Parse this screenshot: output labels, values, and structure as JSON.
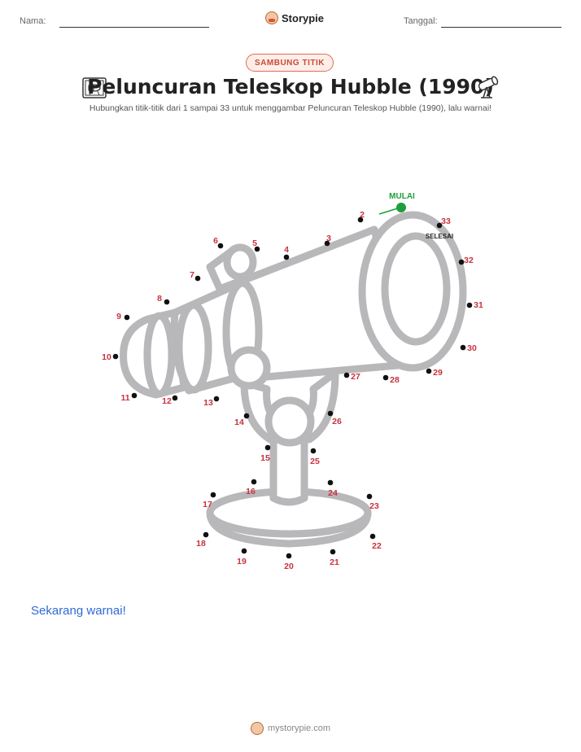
{
  "header": {
    "name_label": "Nama:",
    "date_label": "Tanggal:",
    "brand": "Storypie"
  },
  "badge": "SAMBUNG TITIK",
  "title": "Peluncuran Teleskop Hubble (1990)",
  "subtitle": "Hubungkan titik-titik dari 1 sampai 33 untuk menggambar Peluncuran Teleskop Hubble (1990), lalu warnai!",
  "icons": {
    "left": "telescope-pinned-picture-icon",
    "right": "telescope-icon"
  },
  "puzzle": {
    "start_label": "MULAI",
    "end_label": "SELESAI",
    "start_color": "#1e9e3c",
    "number_color": "#c8323c",
    "outline_color": "#b8b8bb",
    "dots": [
      "1",
      "2",
      "3",
      "4",
      "5",
      "6",
      "7",
      "8",
      "9",
      "10",
      "11",
      "12",
      "13",
      "14",
      "15",
      "16",
      "17",
      "18",
      "19",
      "20",
      "21",
      "22",
      "23",
      "24",
      "25",
      "26",
      "27",
      "28",
      "29",
      "30",
      "31",
      "32",
      "33"
    ]
  },
  "cta": "Sekarang warnai!",
  "footer": {
    "site": "mystorypie.com"
  }
}
